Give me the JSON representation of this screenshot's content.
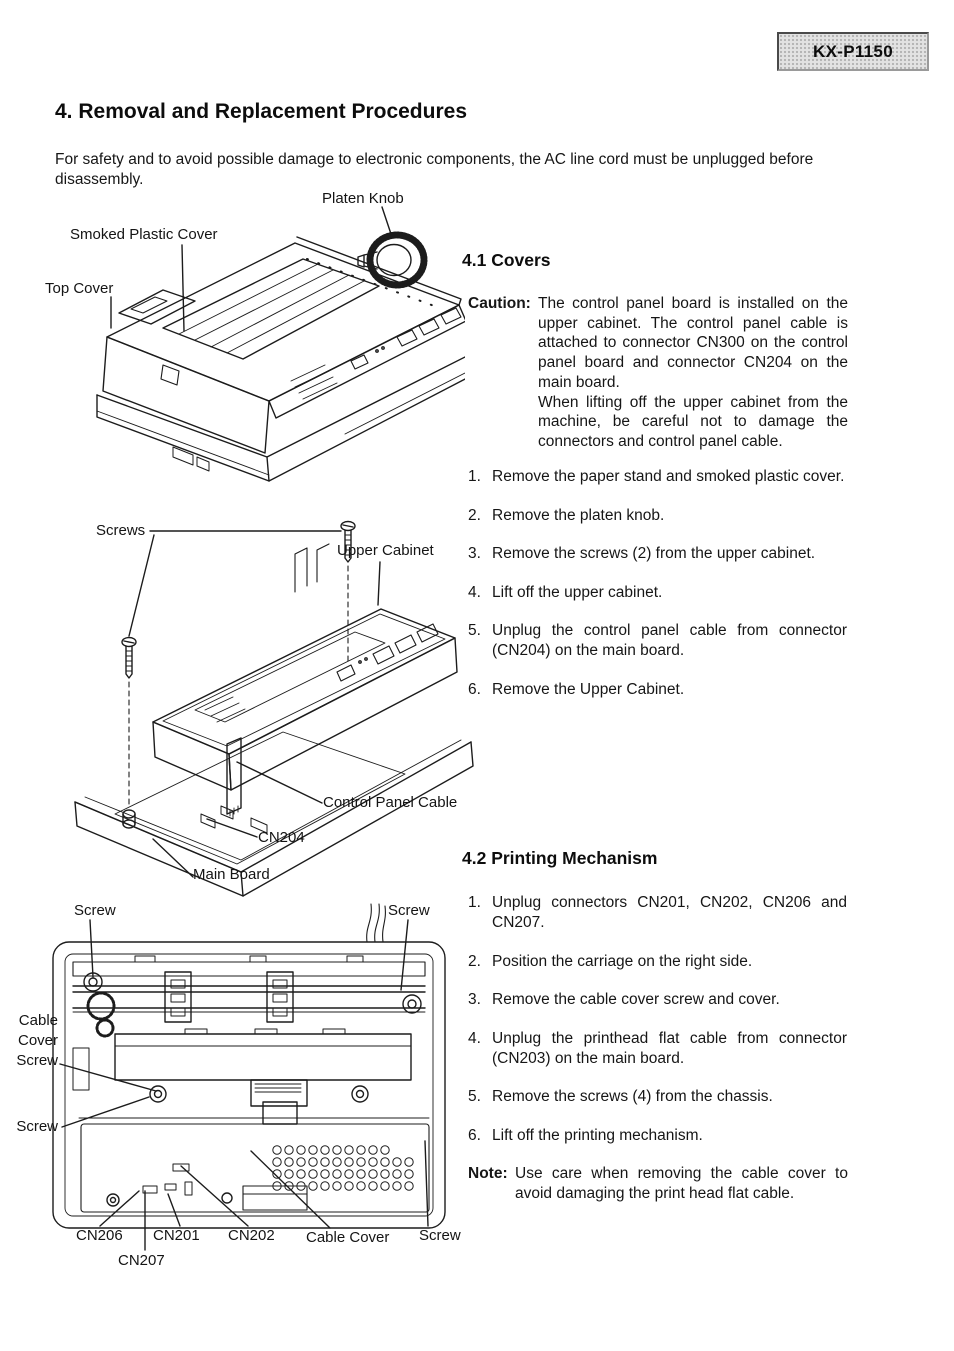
{
  "page": {
    "model_badge": "KX-P1150",
    "title": "4. Removal and Replacement Procedures",
    "intro": "For safety and to avoid possible damage to electronic components, the AC line cord must be unplugged before disassembly."
  },
  "diagram_printer_overview": {
    "labels": {
      "platen_knob": "Platen Knob",
      "smoked_plastic_cover": "Smoked Plastic Cover",
      "top_cover": "Top Cover"
    }
  },
  "diagram_upper_cabinet": {
    "labels": {
      "screws": "Screws",
      "upper_cabinet": "Upper Cabinet",
      "control_panel_cable": "Control Panel Cable",
      "cn204": "CN204",
      "main_board": "Main Board"
    }
  },
  "diagram_printing_mechanism": {
    "labels": {
      "screw_top_left": "Screw",
      "screw_top_right": "Screw",
      "cable_cover_screw_line1": "Cable",
      "cable_cover_screw_line2": "Cover",
      "cable_cover_screw_line3": "Screw",
      "screw_left": "Screw",
      "cn206": "CN206",
      "cn207": "CN207",
      "cn201": "CN201",
      "cn202": "CN202",
      "cable_cover": "Cable Cover",
      "screw_bottom_right": "Screw"
    }
  },
  "section_covers": {
    "heading": "4.1 Covers",
    "caution_label": "Caution:",
    "caution_para1": "The control panel board is installed on the upper cabinet. The control panel cable is attached to connector CN300 on the control panel board and connector CN204 on the main board.",
    "caution_para2": "When lifting off the upper cabinet from the machine, be careful not to damage the connectors and control panel cable.",
    "steps": [
      {
        "num": "1.",
        "text": "Remove the paper stand and smoked plastic cover."
      },
      {
        "num": "2.",
        "text": "Remove the platen knob."
      },
      {
        "num": "3.",
        "text": "Remove the screws (2) from the upper cabinet."
      },
      {
        "num": "4.",
        "text": "Lift off the upper cabinet."
      },
      {
        "num": "5.",
        "text": "Unplug the control panel cable from connector (CN204) on the main board."
      },
      {
        "num": "6.",
        "text": "Remove the Upper Cabinet."
      }
    ]
  },
  "section_printing_mechanism": {
    "heading": "4.2 Printing Mechanism",
    "steps": [
      {
        "num": "1.",
        "text": "Unplug connectors CN201, CN202, CN206 and CN207."
      },
      {
        "num": "2.",
        "text": "Position the carriage on the right side."
      },
      {
        "num": "3.",
        "text": "Remove the cable cover screw and cover."
      },
      {
        "num": "4.",
        "text": "Unplug the printhead flat cable from connector (CN203) on the main board."
      },
      {
        "num": "5.",
        "text": "Remove the screws (4) from the chassis."
      },
      {
        "num": "6.",
        "text": "Lift off the printing mechanism."
      }
    ],
    "note_label": "Note:",
    "note_text": "Use care when removing the cable cover to avoid damaging the print head flat cable."
  }
}
